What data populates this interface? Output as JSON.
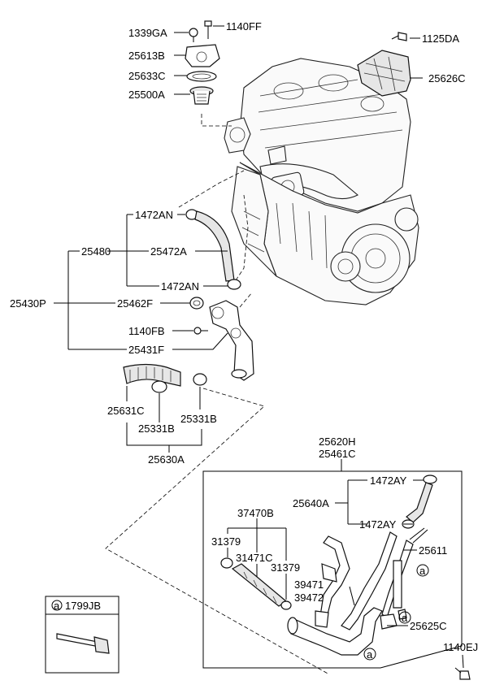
{
  "labels": {
    "p1339GA": "1339GA",
    "p1140FF": "1140FF",
    "p1125DA": "1125DA",
    "p25613B": "25613B",
    "p25633C": "25633C",
    "p25500A": "25500A",
    "p25626C": "25626C",
    "p1472AN_top": "1472AN",
    "p25480": "25480",
    "p25472A": "25472A",
    "p1472AN_bottom": "1472AN",
    "p25430P": "25430P",
    "p25462F": "25462F",
    "p1140FB": "1140FB",
    "p25431F": "25431F",
    "p25631C": "25631C",
    "p25331B_left": "25331B",
    "p25331B_right": "25331B",
    "p25630A": "25630A",
    "p25620H": "25620H",
    "p25461C": "25461C",
    "p1472AY_top": "1472AY",
    "p25640A": "25640A",
    "p1472AY_bottom": "1472AY",
    "p37470B": "37470B",
    "p31379_left": "31379",
    "p31471C": "31471C",
    "p31379_right": "31379",
    "p25611": "25611",
    "p39471": "39471",
    "p39472": "39472",
    "p25625C": "25625C",
    "p1140EJ": "1140EJ",
    "p1799JB": "1799JB"
  },
  "callouts": {
    "a": "a"
  }
}
